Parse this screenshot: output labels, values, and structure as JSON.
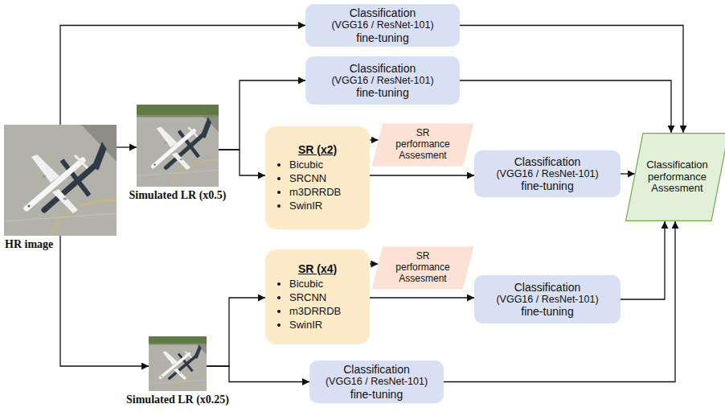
{
  "diagram": {
    "nodes": [
      {
        "text": [
          "Classification",
          "(VGG16 / ResNet-101)",
          "fine-tuning"
        ]
      },
      {
        "text": [
          "Classification",
          "(VGG16 / ResNet-101)",
          "fine-tuning"
        ]
      },
      {
        "text": [
          "HR image"
        ]
      },
      {
        "text": [
          "Simulated LR (x0.5)"
        ]
      },
      {
        "text": [
          "SR (x2)",
          "Bicubic",
          "SRCNN",
          "m3DRRDB",
          "SwinIR"
        ]
      },
      {
        "text": [
          "SR performance Assesment"
        ]
      },
      {
        "text": [
          "Classification",
          "(VGG16 / ResNet-101)",
          "fine-tuning"
        ]
      },
      {
        "text": [
          "Classification performance Assesment"
        ]
      },
      {
        "text": [
          "SR (x4)",
          "Bicubic",
          "SRCNN",
          "m3DRRDB",
          "SwinIR"
        ]
      },
      {
        "text": [
          "SR performance Assesment"
        ]
      },
      {
        "text": [
          "Classification",
          "(VGG16 / ResNet-101)",
          "fine-tuning"
        ]
      },
      {
        "text": [
          "Simulated LR (x0.25)"
        ]
      },
      {
        "text": [
          "Classification",
          "(VGG16 / ResNet-101)",
          "fine-tuning"
        ]
      }
    ],
    "edges": [
      {
        "from": 2,
        "to": 0,
        "arrow": "to"
      },
      {
        "from": 2,
        "to": 3,
        "arrow": "to"
      },
      {
        "from": 3,
        "to": 1,
        "arrow": "to"
      },
      {
        "from": 3,
        "to": 4,
        "arrow": "to"
      },
      {
        "from": 4,
        "to": 5,
        "arrow": "to"
      },
      {
        "from": 4,
        "to": 6,
        "arrow": "to"
      },
      {
        "from": 2,
        "to": 11,
        "arrow": "to"
      },
      {
        "from": 11,
        "to": 8,
        "arrow": "to"
      },
      {
        "from": 11,
        "to": 12,
        "arrow": "to"
      },
      {
        "from": 8,
        "to": 9,
        "arrow": "to"
      },
      {
        "from": 8,
        "to": 10,
        "arrow": "to"
      },
      {
        "from": 0,
        "to": 7,
        "arrow": "to"
      },
      {
        "from": 1,
        "to": 7,
        "arrow": "to"
      },
      {
        "from": 6,
        "to": 7,
        "arrow": "to"
      },
      {
        "from": 10,
        "to": 7,
        "arrow": "to"
      },
      {
        "from": 12,
        "to": 7,
        "arrow": "to"
      }
    ]
  }
}
